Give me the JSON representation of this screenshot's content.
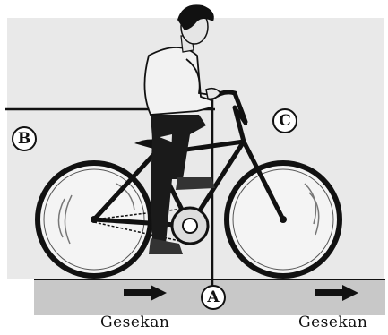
{
  "labels": {
    "a": "A",
    "b": "B",
    "c": "C"
  },
  "friction": {
    "left": "Gesekan",
    "right": "Gesekan"
  },
  "colors": {
    "ground": "#c9c9c9",
    "background_panel": "#e6e6e6",
    "ink": "#111111",
    "shirt": "#f2f2f2"
  }
}
